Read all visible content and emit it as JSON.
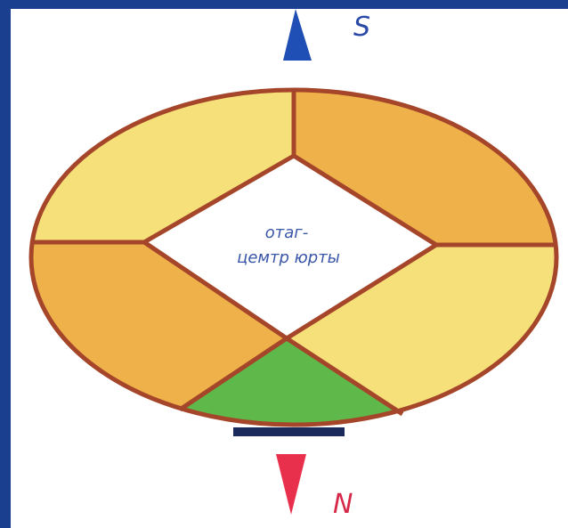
{
  "diagram": {
    "top_direction": "S",
    "bottom_direction": "N",
    "center_label_line1": "отаг-",
    "center_label_line2": "цемтр юрты"
  },
  "colors": {
    "frame_background": "#1a3f8f",
    "outline": "#a5462a",
    "sector_light_yellow": "#f6e07a",
    "sector_orange": "#efb24a",
    "sector_green": "#5fb84a",
    "center_fill": "#ffffff",
    "arrow_south": "#1f4fb5",
    "arrow_north": "#e8304d",
    "label_south": "#2b4aa8",
    "label_north": "#d62848",
    "door_bar": "#1a2a5a"
  },
  "icons": {
    "south_arrow": "up-pointing-triangle",
    "north_arrow": "down-pointing-triangle"
  }
}
